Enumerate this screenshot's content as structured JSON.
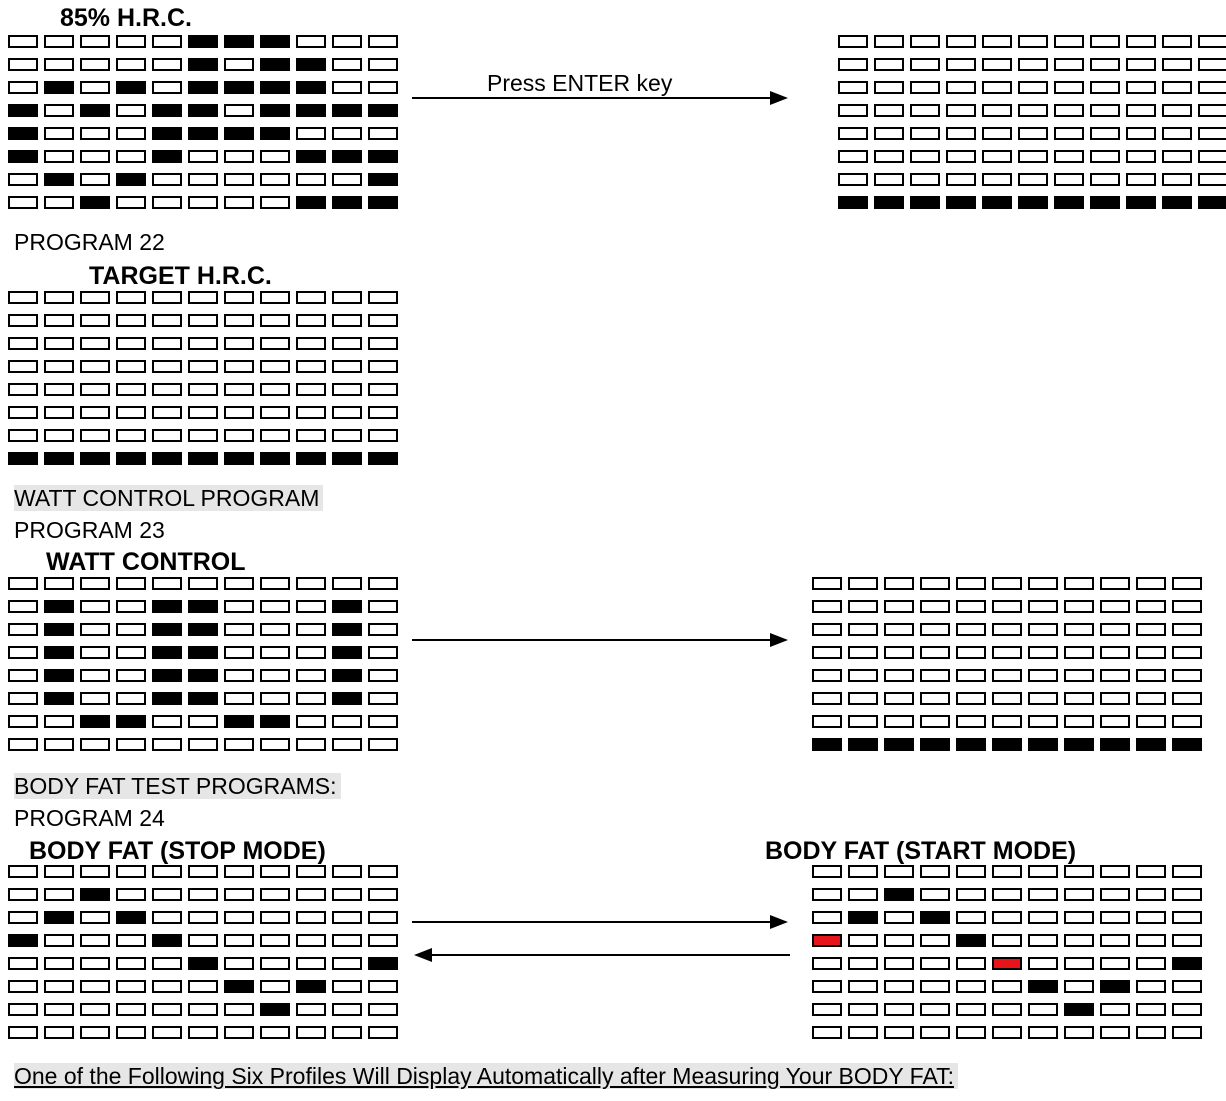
{
  "titles": {
    "hrc85": "85% H.R.C.",
    "target_hrc": "TARGET H.R.C.",
    "watt_control": "WATT CONTROL",
    "body_fat_stop": "BODY FAT (STOP MODE)",
    "body_fat_start": "BODY FAT (START MODE)"
  },
  "labels": {
    "press_enter": "Press ENTER key",
    "program22": "PROGRAM 22",
    "watt_program": "WATT CONTROL PROGRAM",
    "program23": "PROGRAM 23",
    "body_fat_tests": "BODY FAT TEST PROGRAMS:",
    "program24": "PROGRAM 24",
    "footer": "One of the Following Six Profiles Will Display Automatically after Measuring Your BODY FAT:"
  },
  "colors": {
    "filled": "#000000",
    "empty": "#ffffff",
    "highlight": "#e8141c",
    "shade": "#e6e6e6"
  },
  "grids": {
    "hrc85": [
      "00000111000",
      "00000101100",
      "01010111100",
      "10101101111",
      "10001111000",
      "10001000111",
      "01010000001",
      "00100000111"
    ],
    "hrc85_after": [
      "00000000000",
      "00000000000",
      "00000000000",
      "00000000000",
      "00000000000",
      "00000000000",
      "00000000000",
      "11111111111"
    ],
    "target_hrc": [
      "00000000000",
      "00000000000",
      "00000000000",
      "00000000000",
      "00000000000",
      "00000000000",
      "00000000000",
      "11111111111"
    ],
    "watt": [
      "00000000000",
      "01001100010",
      "01001100010",
      "01001100010",
      "01001100010",
      "01001100010",
      "00110011000",
      "00000000000"
    ],
    "watt_after": [
      "00000000000",
      "00000000000",
      "00000000000",
      "00000000000",
      "00000000000",
      "00000000000",
      "00000000000",
      "11111111111"
    ],
    "bodyfat_stop": [
      "00000000000",
      "00100000000",
      "01010000000",
      "10001000000",
      "00000100001",
      "00000010100",
      "00000001000",
      "00000000000"
    ],
    "bodyfat_start": [
      "00000000000",
      "00100000000",
      "01010000000",
      "20001000000",
      "00000200001",
      "00000010100",
      "00000001000",
      "00000000000"
    ]
  }
}
